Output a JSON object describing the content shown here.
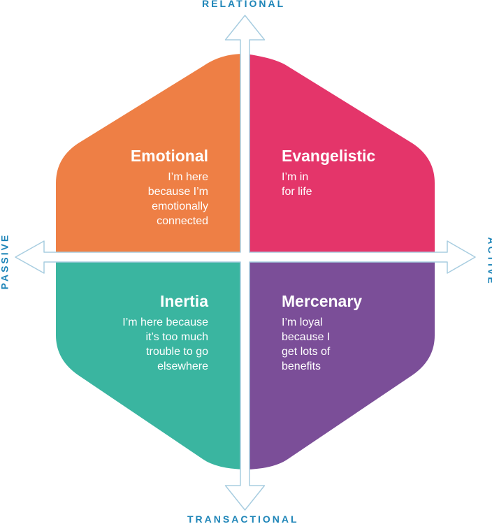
{
  "axes": {
    "top": "RELATIONAL",
    "bottom": "TRANSACTIONAL",
    "left": "PASSIVE",
    "right": "ACTIVE"
  },
  "quadrants": [
    {
      "title": "Emotional",
      "lines": [
        "I’m here",
        "because I’m",
        "emotionally",
        "connected"
      ],
      "color": "#ee7f45"
    },
    {
      "title": "Evangelistic",
      "lines": [
        "I’m in",
        "for life"
      ],
      "color": "#e4356a"
    },
    {
      "title": "Inertia",
      "lines": [
        "I’m here because",
        "it’s too much",
        "trouble to go",
        "elsewhere"
      ],
      "color": "#3ab5a0"
    },
    {
      "title": "Mercenary",
      "lines": [
        "I’m loyal",
        "because I",
        "get lots of",
        "benefits"
      ],
      "color": "#7b4e98"
    }
  ],
  "colors": {
    "axis": "#1e85b8",
    "arrow_outline": "#a8cde0"
  }
}
